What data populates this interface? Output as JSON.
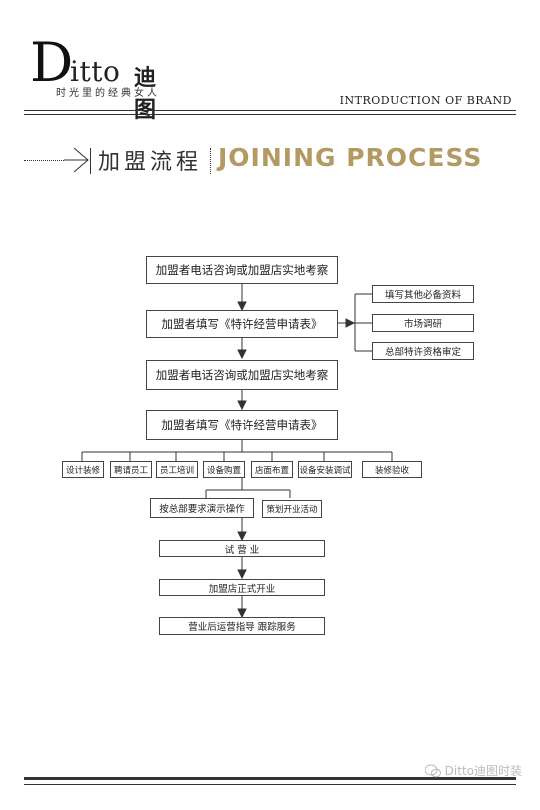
{
  "header": {
    "logo_text": "Ditto",
    "logo_cn": "迪图",
    "slogan": "时光里的经典女人",
    "section": "INTRODUCTION OF BRAND"
  },
  "title": {
    "cn": "加盟流程",
    "en": "JOINING PROCESS"
  },
  "flow": {
    "step1": "加盟者电话咨询或加盟店实地考察",
    "step2": "加盟者填写《特许经营申请表》",
    "side1": "填写其他必备资料",
    "side2": "市场调研",
    "side3": "总部特许资格审定",
    "step3": "加盟者电话咨询或加盟店实地考察",
    "step4": "加盟者填写《特许经营申请表》",
    "branches": [
      "设计装修",
      "聘请员工",
      "员工培训",
      "设备购置",
      "店面布置",
      "设备安装调试",
      "装修验收"
    ],
    "demo": "按总部要求演示操作",
    "plan": "策划开业活动",
    "trial": "试 营 业",
    "open": "加盟店正式开业",
    "after": "营业后运营指导 跟踪服务"
  },
  "footer": {
    "watermark": "Ditto迪图时装"
  }
}
